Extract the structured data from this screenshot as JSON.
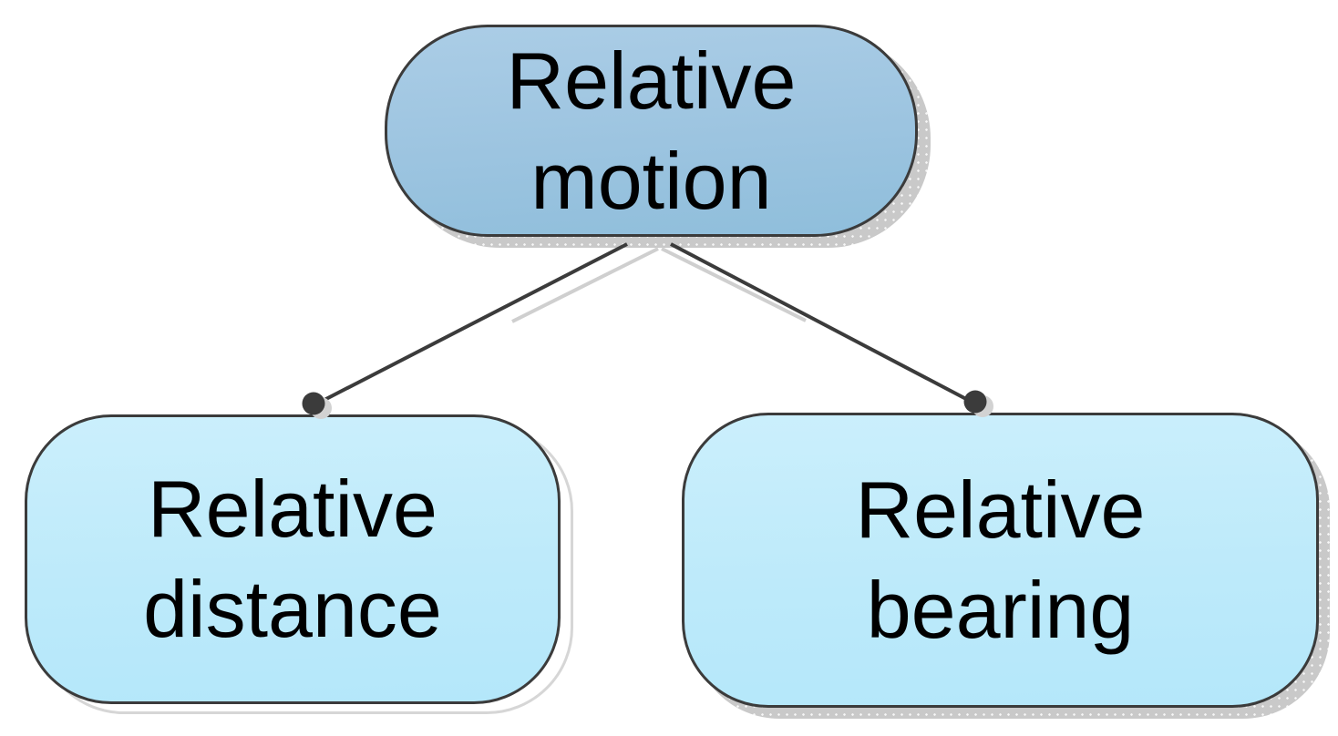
{
  "diagram": {
    "type": "hierarchy",
    "background": "#FFFFFF",
    "connector_color": "#3B3B3B",
    "connector_shadow_color": "#CFCFCF",
    "shadow_color": "#C9C9C9",
    "nodes": [
      {
        "id": "relative-motion",
        "role": "root",
        "label": "Relative motion",
        "lines": [
          "Relative",
          "motion"
        ],
        "fill_top": "#ABCDE6",
        "fill_bottom": "#8FBEDB",
        "border_color": "#3B3B3B",
        "text_color": "#000000"
      },
      {
        "id": "relative-distance",
        "role": "child",
        "label": "Relative distance",
        "lines": [
          "Relative",
          "distance"
        ],
        "fill_top": "#CBEFFC",
        "fill_bottom": "#B4E7FA",
        "border_color": "#3B3B3B",
        "text_color": "#000000"
      },
      {
        "id": "relative-bearing",
        "role": "child",
        "label": "Relative bearing",
        "lines": [
          "Relative",
          "bearing"
        ],
        "fill_top": "#CBEFFC",
        "fill_bottom": "#B4E7FA",
        "border_color": "#3B3B3B",
        "text_color": "#000000"
      }
    ],
    "edges": [
      {
        "from": "relative-motion",
        "to": "relative-distance",
        "terminal": "dot"
      },
      {
        "from": "relative-motion",
        "to": "relative-bearing",
        "terminal": "dot"
      }
    ]
  }
}
